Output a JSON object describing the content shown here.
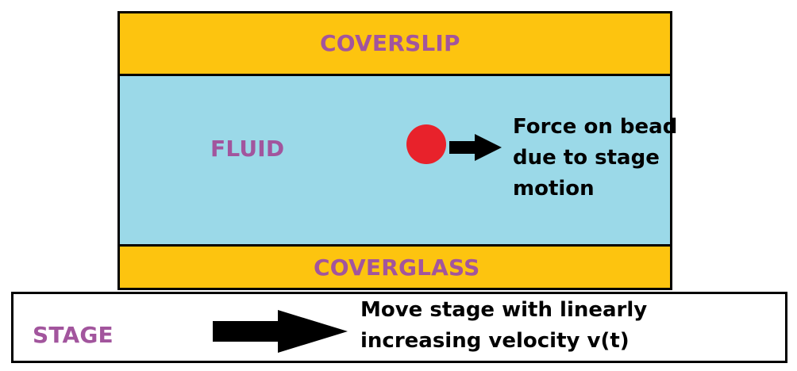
{
  "layers": {
    "coverslip": "COVERSLIP",
    "fluid": "FLUID",
    "coverglass": "COVERGLASS",
    "stage": "STAGE"
  },
  "annotations": {
    "bead_force": [
      "Force on bead",
      "due to stage",
      "motion"
    ],
    "stage_motion": [
      "Move stage with linearly",
      "increasing velocity v(t)"
    ]
  },
  "colors": {
    "glass": "#fdc40f",
    "fluid": "#9bd9e8",
    "bead": "#e8222b",
    "label": "#a2559d",
    "outline": "#000000"
  }
}
